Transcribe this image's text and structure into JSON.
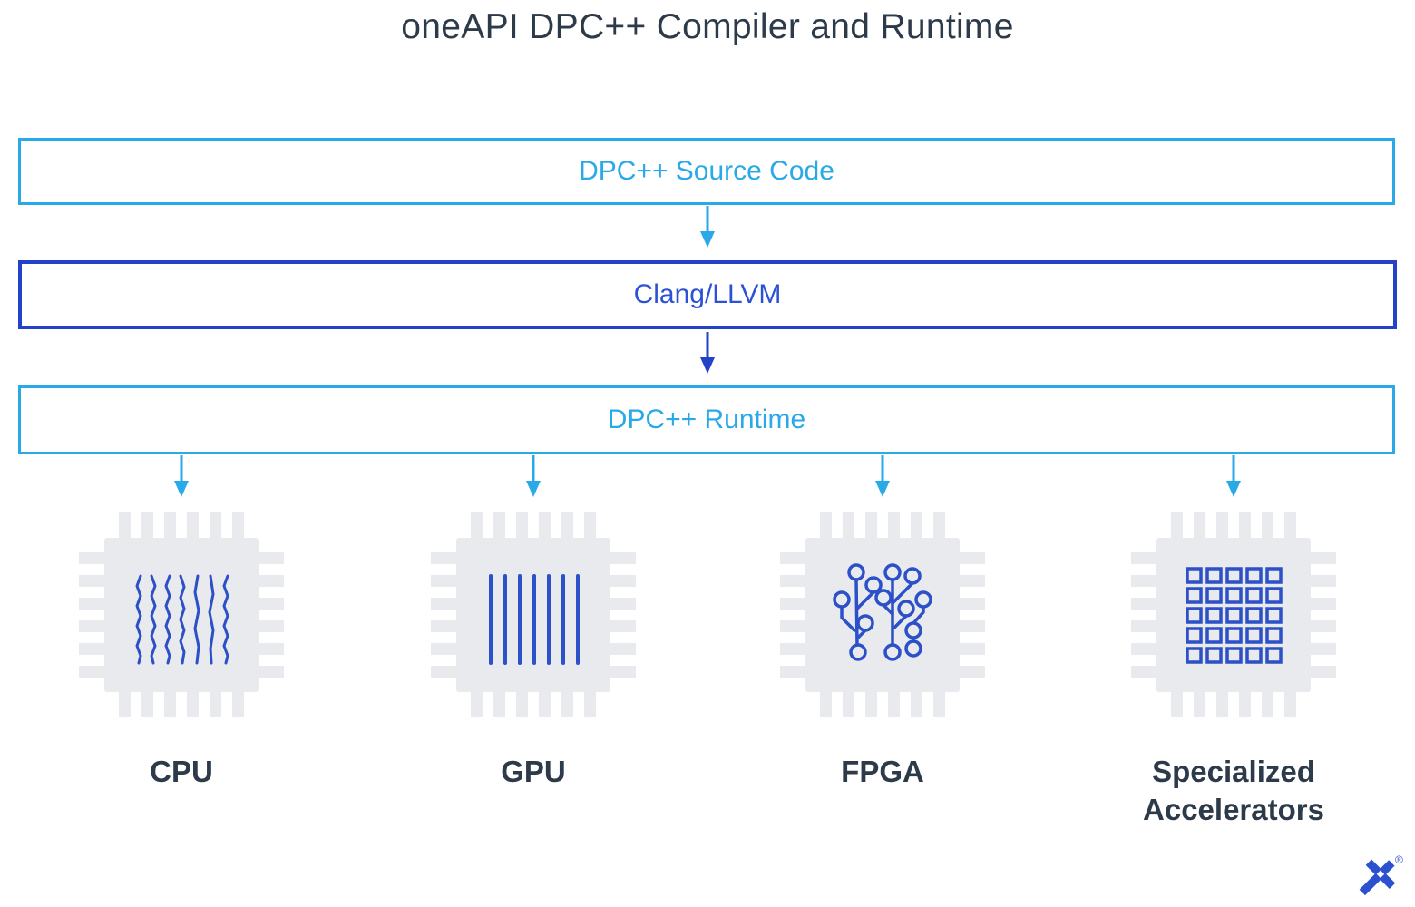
{
  "title": "oneAPI DPC++ Compiler and Runtime",
  "diagram": {
    "layers": [
      {
        "label": "DPC++ Source Code",
        "style": "light"
      },
      {
        "label": "Clang/LLVM",
        "style": "dark"
      },
      {
        "label": "DPC++ Runtime",
        "style": "light"
      }
    ],
    "targets": [
      {
        "label": "CPU",
        "icon": "cpu-chip-icon"
      },
      {
        "label": "GPU",
        "icon": "gpu-chip-icon"
      },
      {
        "label": "FPGA",
        "icon": "fpga-chip-icon"
      },
      {
        "label": "Specialized Accelerators",
        "icon": "specialized-accelerators-chip-icon"
      }
    ]
  },
  "colors": {
    "light_blue": "#29A9E8",
    "dark_blue": "#2342C8",
    "icon_blue": "#2B50C8",
    "heading_dark": "#2C3A4A",
    "chip_gray": "#E9EAED",
    "logo_blue": "#2B50D0"
  },
  "logo": {
    "registered_mark": "®"
  }
}
